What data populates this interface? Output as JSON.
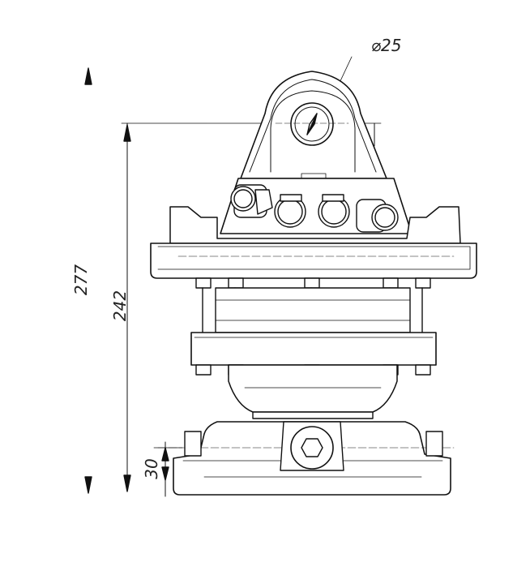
{
  "dimensions": {
    "overall_height": "277",
    "body_height": "242",
    "base_offset": "30",
    "pin_diameter": "25"
  },
  "colors": {
    "line": "#111111",
    "hidden_line": "#555555",
    "background": "#ffffff"
  }
}
